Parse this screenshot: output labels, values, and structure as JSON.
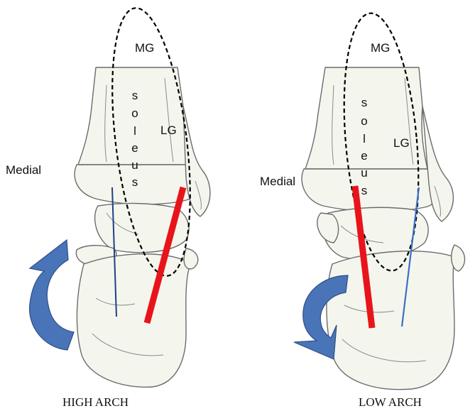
{
  "panels": [
    {
      "id": "high",
      "muscle_labels": {
        "mg": "MG",
        "lg": "LG",
        "soleus_letters": [
          "s",
          "o",
          "l",
          "e",
          "u",
          "s"
        ]
      },
      "side_label": "Medial",
      "caption": "HIGH ARCH",
      "arrow_direction": "clockwise-up",
      "colors": {
        "red_line": "#e8141b",
        "blue_line": "#1f3f86",
        "arrow": "#4a74b8"
      }
    },
    {
      "id": "low",
      "muscle_labels": {
        "mg": "MG",
        "lg": "LG",
        "soleus_letters": [
          "s",
          "o",
          "l",
          "e",
          "u",
          "s"
        ]
      },
      "side_label": "Medial",
      "caption": "LOW ARCH",
      "arrow_direction": "counterclockwise-down",
      "colors": {
        "red_line": "#e8141b",
        "blue_line": "#3b6fc4",
        "arrow": "#4a74b8"
      }
    }
  ]
}
